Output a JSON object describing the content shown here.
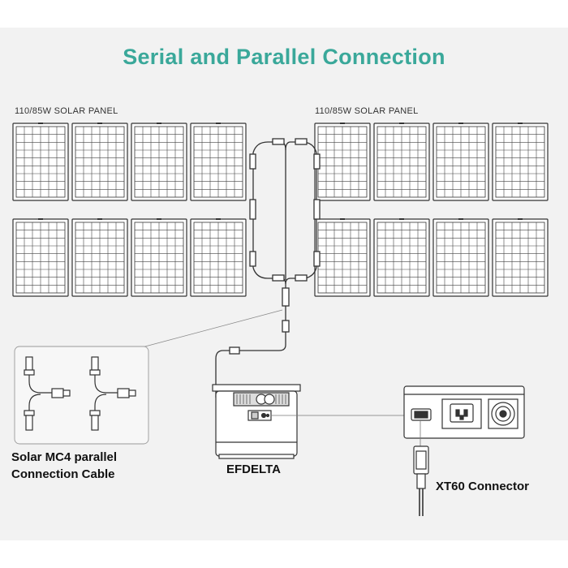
{
  "title": "Serial and Parallel Connection",
  "panel_group_left": {
    "label": "110/85W SOLAR PANEL"
  },
  "panel_group_right": {
    "label": "110/85W SOLAR PANEL"
  },
  "inset": {
    "caption_line1": "Solar MC4 parallel",
    "caption_line2": "Connection Cable"
  },
  "power_station": {
    "label": "EFDELTA"
  },
  "connector": {
    "label": "XT60 Connector"
  },
  "colors": {
    "title": "#3aa89a",
    "line": "#333333",
    "background": "#f2f2f2"
  }
}
